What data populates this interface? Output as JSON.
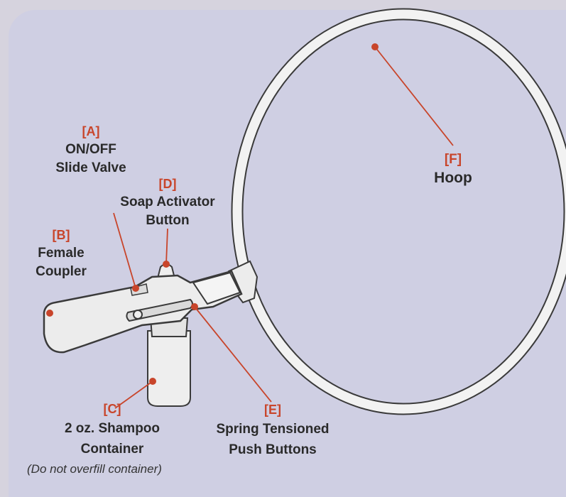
{
  "callouts": {
    "a": {
      "letter": "[A]",
      "lines": [
        "ON/OFF",
        "Slide Valve"
      ]
    },
    "b": {
      "letter": "[B]",
      "lines": [
        "Female",
        "Coupler"
      ]
    },
    "c": {
      "letter": "[C]",
      "lines": [
        "2 oz. Shampoo",
        "Container"
      ],
      "note": "(Do not overfill container)"
    },
    "d": {
      "letter": "[D]",
      "lines": [
        "Soap Activator",
        "Button"
      ]
    },
    "e": {
      "letter": "[E]",
      "lines": [
        "Spring Tensioned",
        "Push Buttons"
      ]
    },
    "f": {
      "letter": "[F]",
      "lines": [
        "Hoop"
      ]
    }
  },
  "colors": {
    "leader": "#c8452b",
    "label_text": "#2a2a2a",
    "background": "#cfcfe3",
    "tool_fill": "#eeeeee",
    "tool_outline": "#3a3a3a"
  }
}
